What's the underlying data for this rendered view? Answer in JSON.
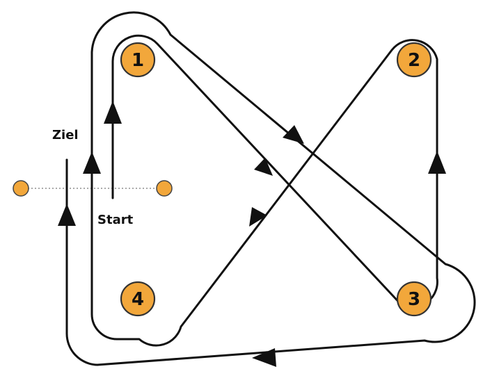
{
  "colors": {
    "marker_fill": "#F2A73B",
    "line": "#111111",
    "background": "#FFFFFF"
  },
  "markers": [
    {
      "label": "1"
    },
    {
      "label": "2"
    },
    {
      "label": "3"
    },
    {
      "label": "4"
    }
  ],
  "labels": {
    "finish": "Ziel",
    "start": "Start"
  }
}
